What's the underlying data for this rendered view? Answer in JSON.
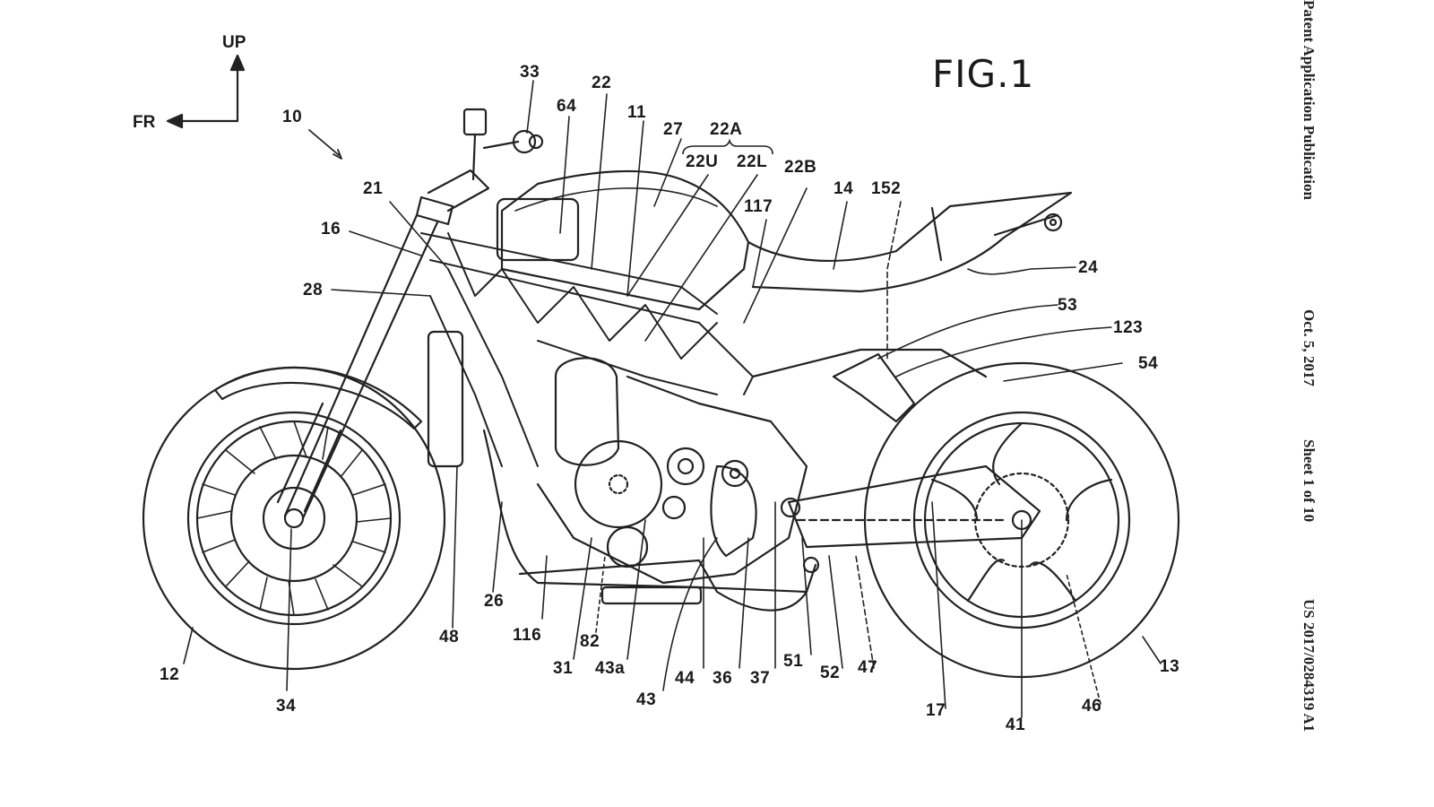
{
  "figure": {
    "title": "FIG.1",
    "assembly_ref": "10",
    "orientation": {
      "up": "UP",
      "front": "FR"
    }
  },
  "header": {
    "publication": "Patent Application Publication",
    "date": "Oct. 5, 2017",
    "sheet": "Sheet 1 of 10",
    "number": "US 2017/0284319 A1"
  },
  "labels": {
    "l11": "11",
    "l12": "12",
    "l13": "13",
    "l14": "14",
    "l16": "16",
    "l17": "17",
    "l21": "21",
    "l22": "22",
    "l22A": "22A",
    "l22U": "22U",
    "l22L": "22L",
    "l22B": "22B",
    "l24": "24",
    "l26": "26",
    "l27": "27",
    "l28": "28",
    "l31": "31",
    "l33": "33",
    "l34": "34",
    "l36": "36",
    "l37": "37",
    "l41": "41",
    "l43": "43",
    "l43a": "43a",
    "l44": "44",
    "l46": "46",
    "l47": "47",
    "l48": "48",
    "l51": "51",
    "l52": "52",
    "l53": "53",
    "l54": "54",
    "l64": "64",
    "l82": "82",
    "l116": "116",
    "l117": "117",
    "l123": "123",
    "l152": "152"
  }
}
